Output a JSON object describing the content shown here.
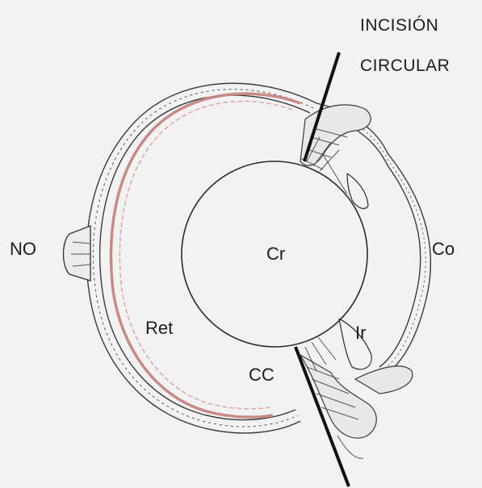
{
  "labels": {
    "incision_line1": "INCISIÓN",
    "incision_line2": "CIRCULAR",
    "optic_nerve": "NO",
    "crystalline": "Cr",
    "cornea": "Co",
    "retina": "Ret",
    "iris": "Ir",
    "ciliary_body": "CC"
  },
  "colors": {
    "background": "#f2f2f2",
    "retina": "#c98a86",
    "ink": "#1c1c1c"
  }
}
